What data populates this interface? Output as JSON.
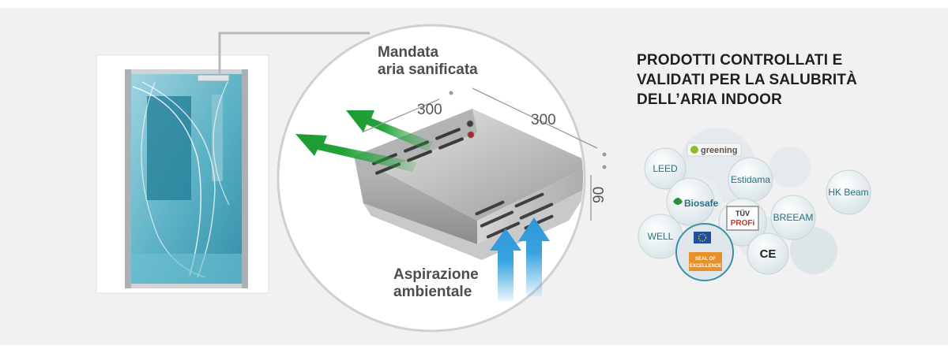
{
  "colors": {
    "background": "#f1f1f1",
    "arrow_out": "#22a339",
    "arrow_in": "#3aa3e0",
    "badge_text": "#2c6f80",
    "bubble": "#dfe8eb"
  },
  "labels": {
    "outlet_line1": "Mandata",
    "outlet_line2": "aria sanificata",
    "intake_line1": "Aspirazione",
    "intake_line2": "ambientale"
  },
  "dimensions": {
    "width": "300",
    "depth": "300",
    "height": "90"
  },
  "title": {
    "line1": "PRODOTTI CONTROLLATI E",
    "line2": "VALIDATI PER LA SALUBRITÀ",
    "line3": "DELL’ARIA INDOOR"
  },
  "certifications": {
    "leed": "LEED",
    "greening": "greening",
    "estidama": "Estidama",
    "hk_beam": "HK Beam",
    "biosafe": "Biosafe",
    "tuv_line1": "TÜV",
    "tuv_line2": "PROFi",
    "breeam": "BREEAM",
    "well": "WELL",
    "ce": "CE",
    "seal_line1": "SEAL OF",
    "seal_line2": "EXCELLENCE"
  },
  "icons": [
    "elevator-cabin-illustration",
    "sanitizer-device-illustration",
    "outlet-arrow-icon",
    "intake-arrow-icon",
    "eu-flag-icon",
    "biosafe-leaf-icon"
  ]
}
